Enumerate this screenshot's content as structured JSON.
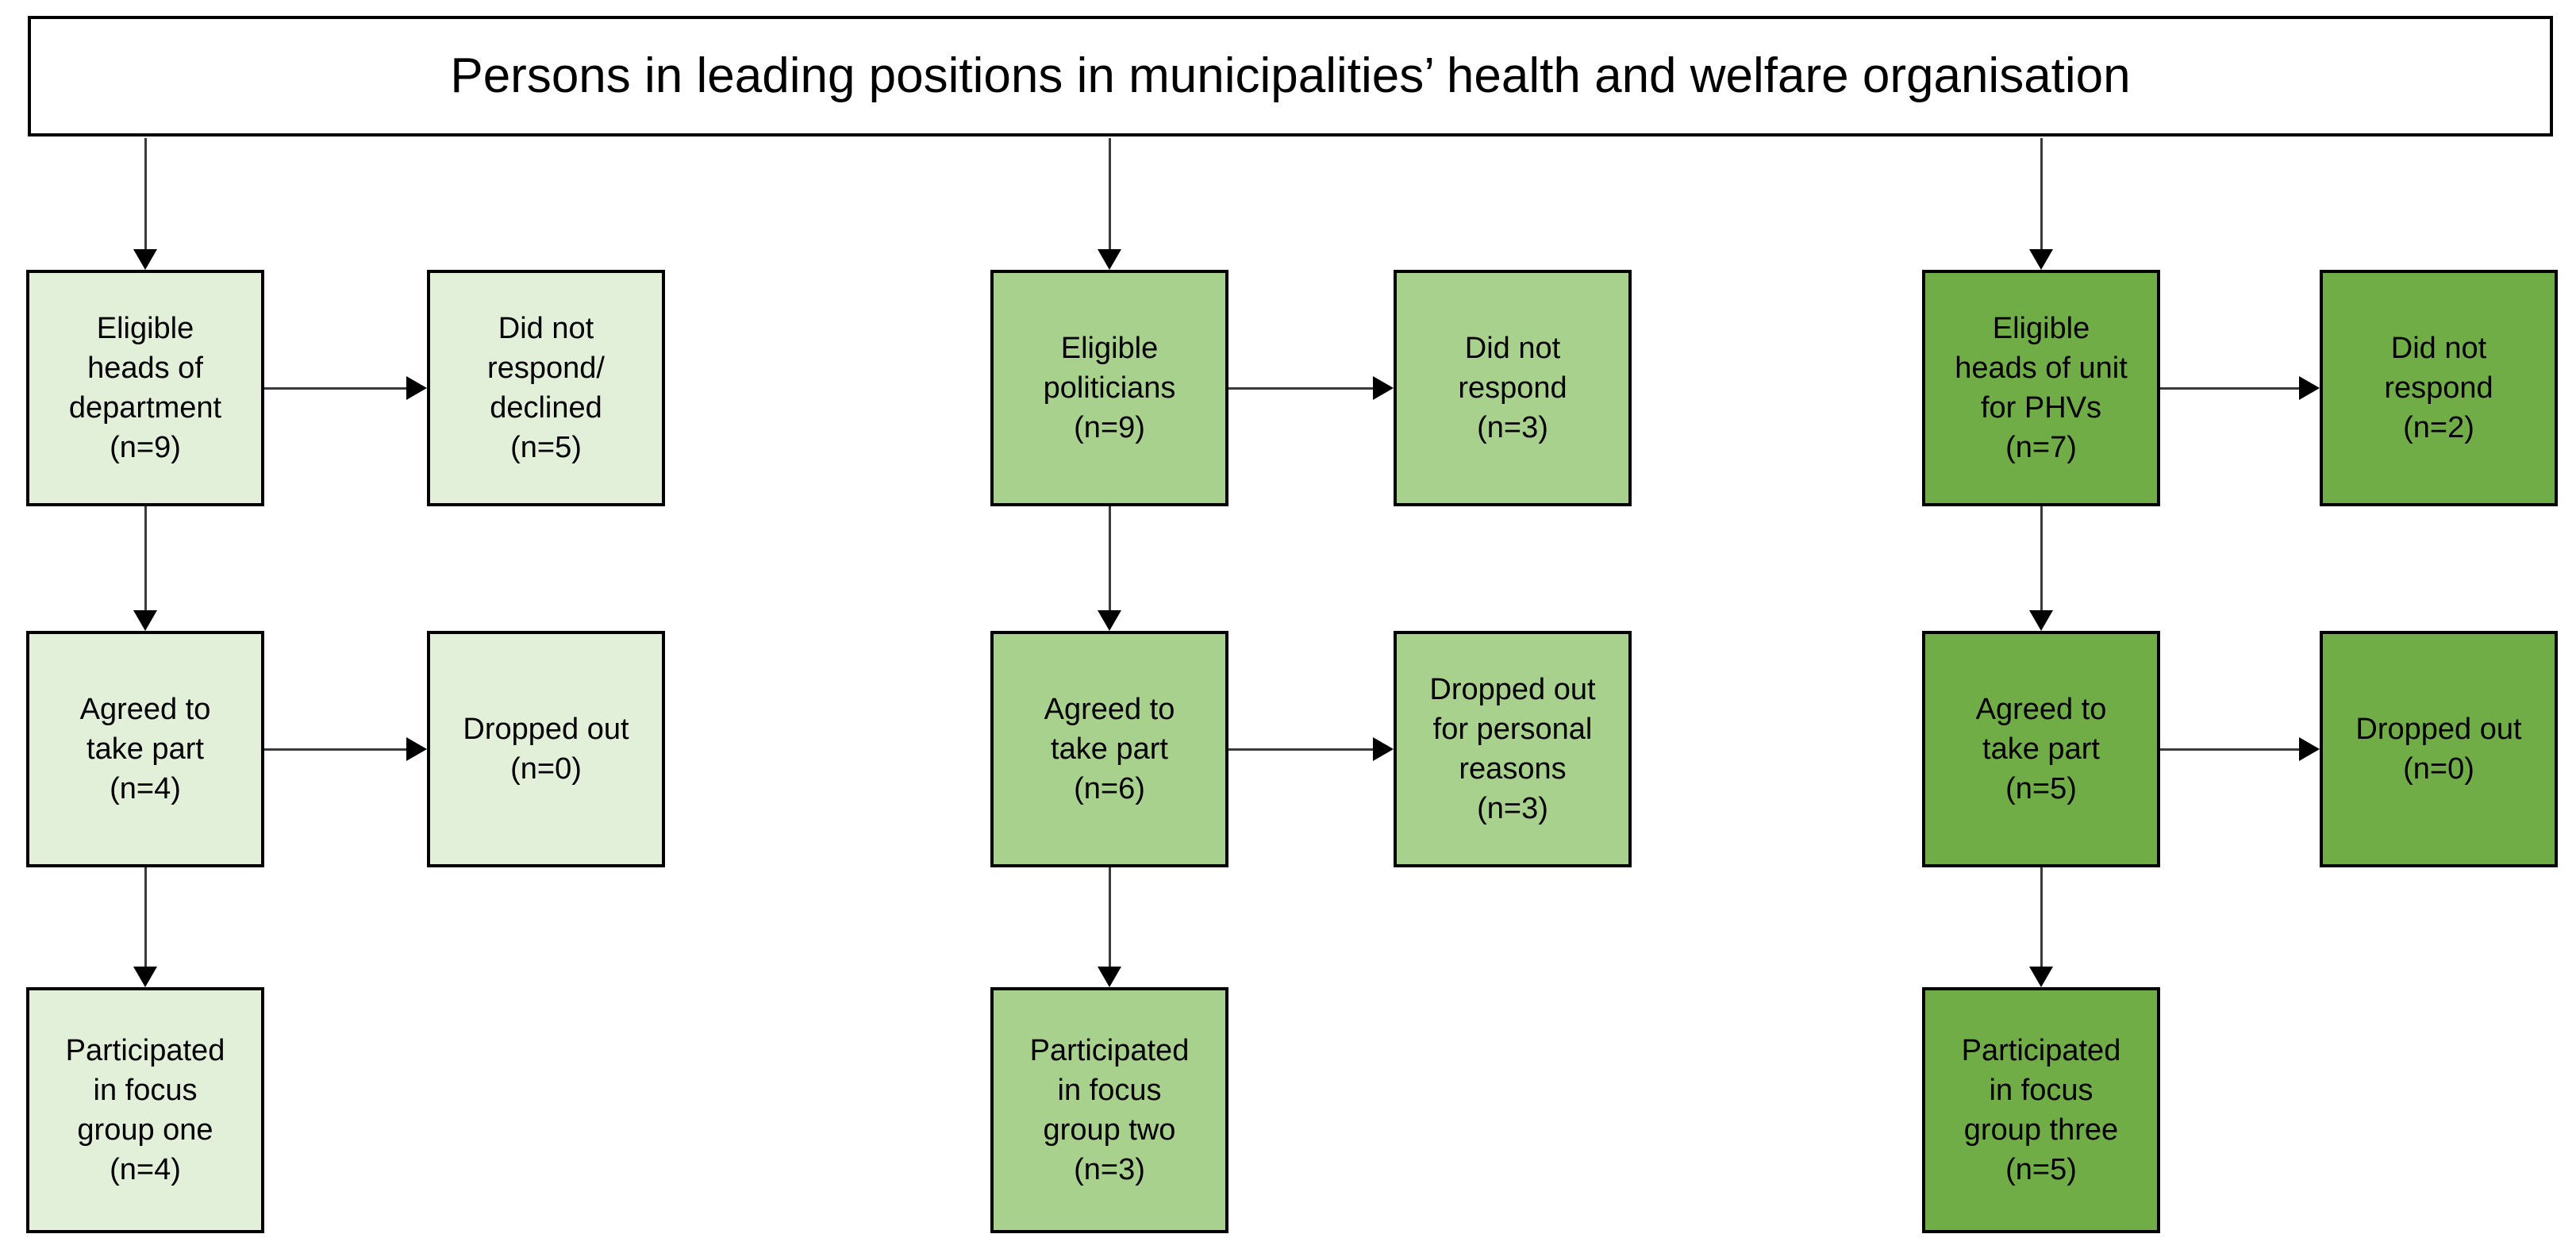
{
  "title": "Persons in leading positions in municipalities’ health and welfare organisation",
  "palette": {
    "group1_fill": "#E2EFD9",
    "group2_fill": "#A9D18E",
    "group3_fill": "#70AD47",
    "box_border": "#000000",
    "connector_line": "#3B3B3B",
    "background": "#FFFFFF"
  },
  "groups": [
    {
      "label": "heads of department",
      "boxes": {
        "eligible": "Eligible\nheads of\ndepartment\n(n=9)",
        "did_not_respond": "Did not\nrespond/\ndeclined\n(n=5)",
        "agreed": "Agreed to\ntake part\n(n=4)",
        "dropped_out": "Dropped out\n(n=0)",
        "participated": "Participated\nin focus\ngroup one\n(n=4)"
      }
    },
    {
      "label": "politicians",
      "boxes": {
        "eligible": "Eligible\npoliticians\n(n=9)",
        "did_not_respond": "Did not\nrespond\n(n=3)",
        "agreed": "Agreed to\ntake part\n(n=6)",
        "dropped_out": "Dropped out\nfor personal\nreasons\n(n=3)",
        "participated": "Participated\nin focus\ngroup two\n(n=3)"
      }
    },
    {
      "label": "heads of unit for PHVs",
      "boxes": {
        "eligible": "Eligible\nheads of unit\nfor PHVs\n(n=7)",
        "did_not_respond": "Did not\nrespond\n(n=2)",
        "agreed": "Agreed to\ntake part\n(n=5)",
        "dropped_out": "Dropped out\n(n=0)",
        "participated": "Participated\nin focus\ngroup three\n(n=5)"
      }
    }
  ]
}
